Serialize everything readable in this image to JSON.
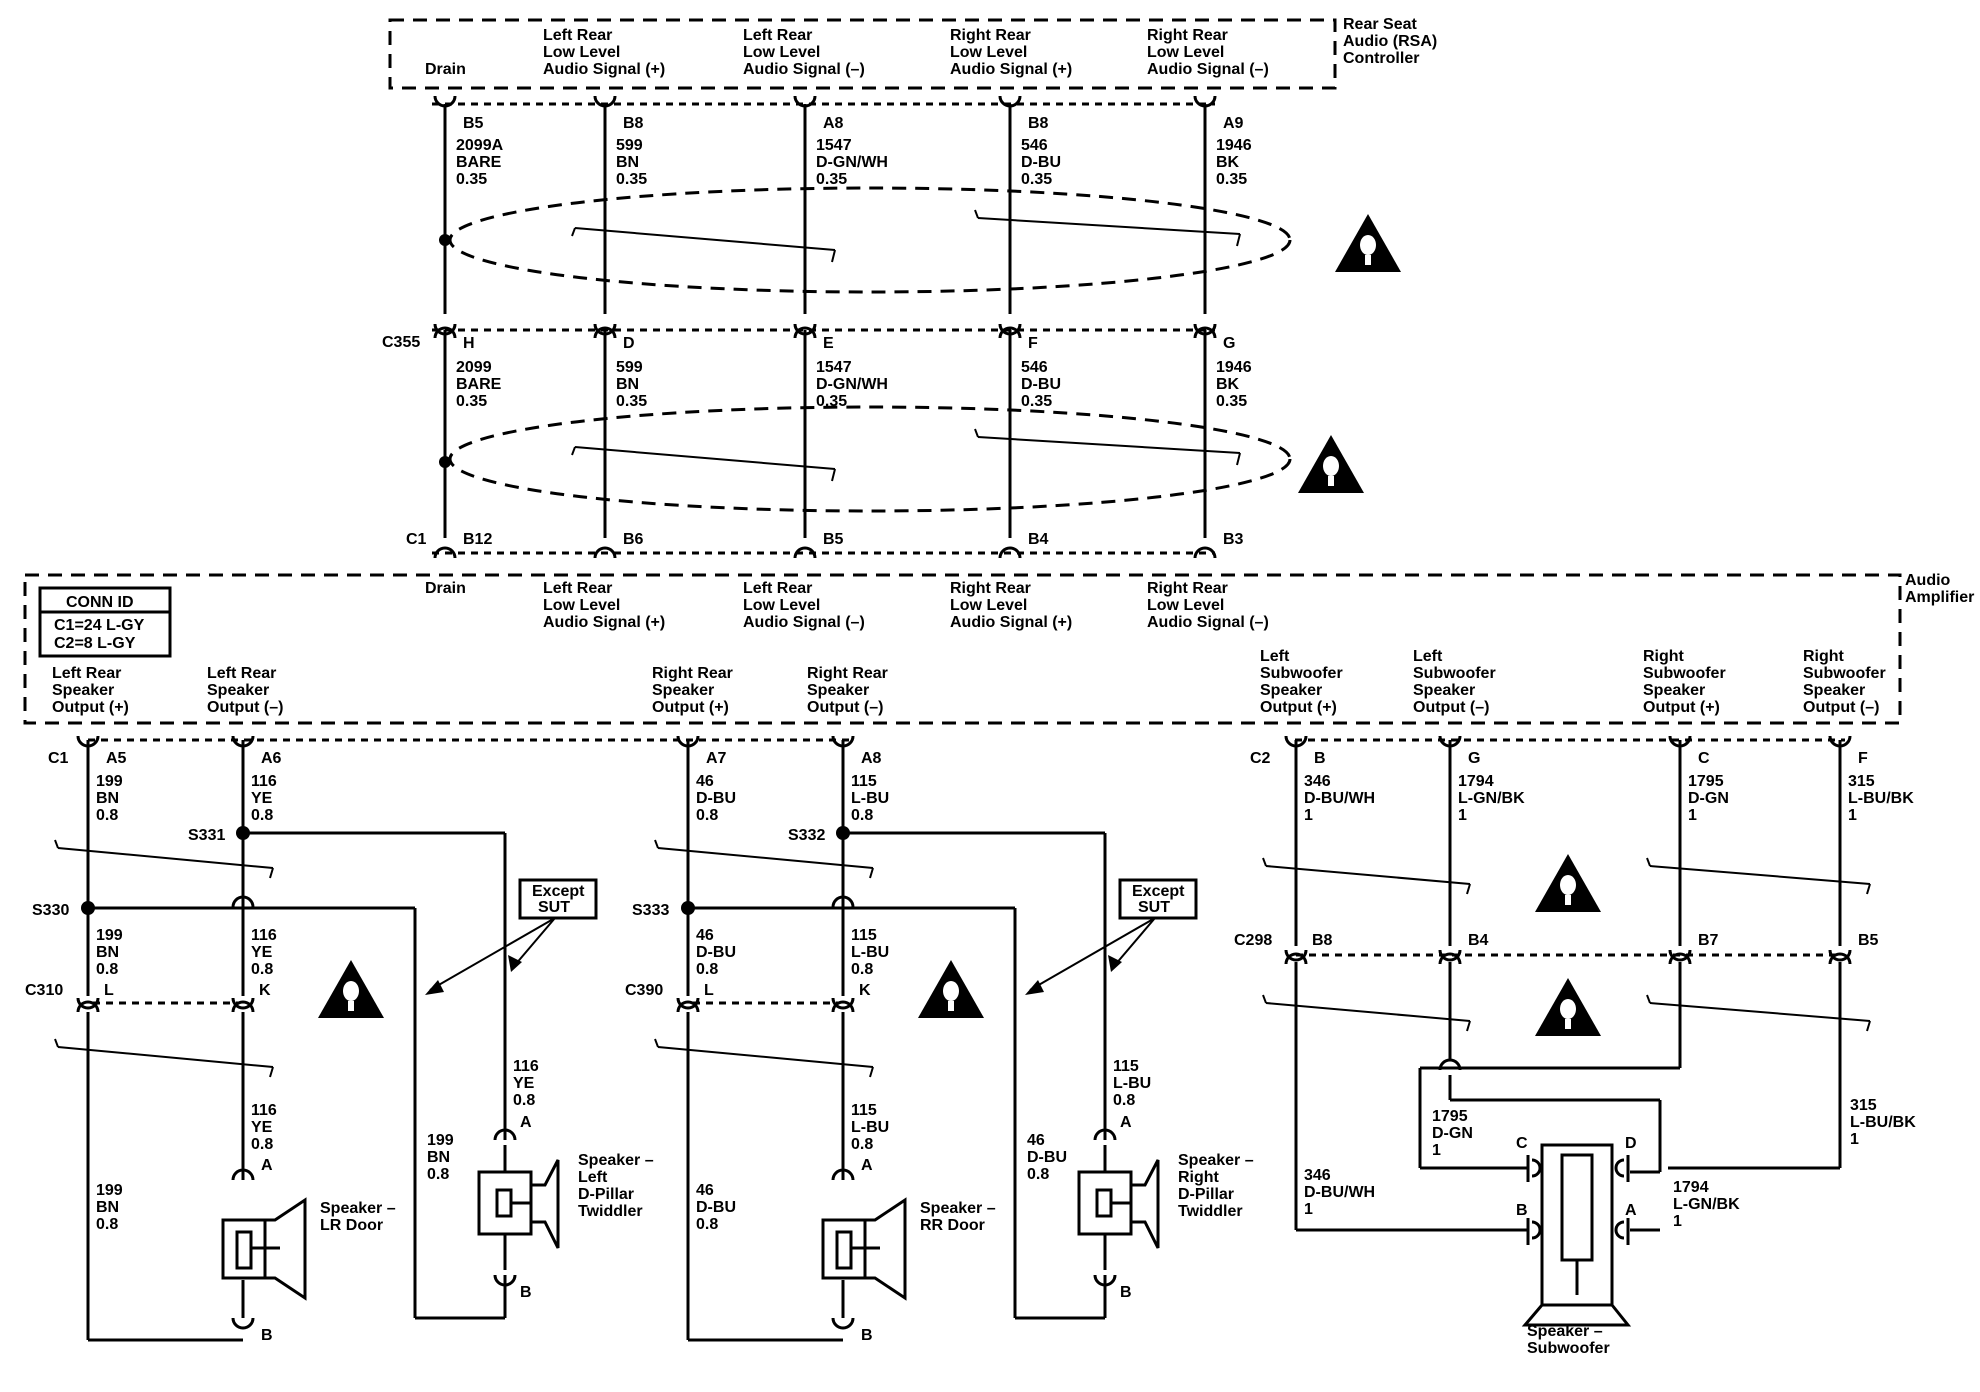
{
  "rsa": {
    "title": [
      "Rear Seat",
      "Audio (RSA)",
      "Controller"
    ],
    "pins": [
      {
        "label": [
          "Drain"
        ],
        "pin": "B5",
        "circuit": [
          "2099A",
          "BARE",
          "0.35"
        ]
      },
      {
        "label": [
          "Left Rear",
          "Low Level",
          "Audio Signal (+)"
        ],
        "pin": "B8",
        "circuit": [
          "599",
          "BN",
          "0.35"
        ]
      },
      {
        "label": [
          "Left Rear",
          "Low Level",
          "Audio Signal (–)"
        ],
        "pin": "A8",
        "circuit": [
          "1547",
          "D-GN/WH",
          "0.35"
        ]
      },
      {
        "label": [
          "Right Rear",
          "Low Level",
          "Audio Signal (+)"
        ],
        "pin": "B8",
        "circuit": [
          "546",
          "D-BU",
          "0.35"
        ]
      },
      {
        "label": [
          "Right Rear",
          "Low Level",
          "Audio Signal (–)"
        ],
        "pin": "A9",
        "circuit": [
          "1946",
          "BK",
          "0.35"
        ]
      }
    ]
  },
  "c355": {
    "name": "C355",
    "pins": [
      "H",
      "D",
      "E",
      "F",
      "G"
    ],
    "circuits": [
      [
        "2099",
        "BARE",
        "0.35"
      ],
      [
        "599",
        "BN",
        "0.35"
      ],
      [
        "1547",
        "D-GN/WH",
        "0.35"
      ],
      [
        "546",
        "D-BU",
        "0.35"
      ],
      [
        "1946",
        "BK",
        "0.35"
      ]
    ]
  },
  "amp": {
    "title": [
      "Audio",
      "Amplifier"
    ],
    "c1_name": "C1",
    "c2_name": "C2",
    "input_pins": [
      "B12",
      "B6",
      "B5",
      "B4",
      "B3"
    ],
    "input_labels": [
      [
        "Drain"
      ],
      [
        "Left Rear",
        "Low Level",
        "Audio Signal (+)"
      ],
      [
        "Left Rear",
        "Low Level",
        "Audio Signal (–)"
      ],
      [
        "Right Rear",
        "Low Level",
        "Audio Signal (+)"
      ],
      [
        "Right Rear",
        "Low Level",
        "Audio Signal (–)"
      ]
    ],
    "conn_id": {
      "title": "CONN ID",
      "lines": [
        "C1=24 L-GY",
        "C2=8 L-GY"
      ]
    },
    "outputs": [
      {
        "label": [
          "Left Rear",
          "Speaker",
          "Output (+)"
        ],
        "pin": "A5",
        "circuit": [
          "199",
          "BN",
          "0.8"
        ]
      },
      {
        "label": [
          "Left Rear",
          "Speaker",
          "Output (–)"
        ],
        "pin": "A6",
        "circuit": [
          "116",
          "YE",
          "0.8"
        ]
      },
      {
        "label": [
          "Right Rear",
          "Speaker",
          "Output (+)"
        ],
        "pin": "A7",
        "circuit": [
          "46",
          "D-BU",
          "0.8"
        ]
      },
      {
        "label": [
          "Right Rear",
          "Speaker",
          "Output (–)"
        ],
        "pin": "A8",
        "circuit": [
          "115",
          "L-BU",
          "0.8"
        ]
      },
      {
        "label": [
          "Left",
          "Subwoofer",
          "Speaker",
          "Output (+)"
        ],
        "pin": "B",
        "circuit": [
          "346",
          "D-BU/WH",
          "1"
        ]
      },
      {
        "label": [
          "Left",
          "Subwoofer",
          "Speaker",
          "Output (–)"
        ],
        "pin": "G",
        "circuit": [
          "1794",
          "L-GN/BK",
          "1"
        ]
      },
      {
        "label": [
          "Right",
          "Subwoofer",
          "Speaker",
          "Output (+)"
        ],
        "pin": "C",
        "circuit": [
          "1795",
          "D-GN",
          "1"
        ]
      },
      {
        "label": [
          "Right",
          "Subwoofer",
          "Speaker",
          "Output (–)"
        ],
        "pin": "F",
        "circuit": [
          "315",
          "L-BU/BK",
          "1"
        ]
      }
    ]
  },
  "left_rear": {
    "s331": "S331",
    "s330": "S330",
    "c310": "C310",
    "c310_pins": [
      "L",
      "K"
    ],
    "after_splice": [
      [
        "199",
        "BN",
        "0.8"
      ],
      [
        "116",
        "YE",
        "0.8"
      ]
    ],
    "below_c310": [
      [
        "116",
        "YE",
        "0.8"
      ],
      [
        "199",
        "BN",
        "0.8"
      ]
    ],
    "tweeter_wires": [
      [
        "116",
        "YE",
        "0.8"
      ],
      [
        "199",
        "BN",
        "0.8"
      ]
    ],
    "door_speaker": [
      "Speaker –",
      "LR Door"
    ],
    "tweeter": [
      "Speaker –",
      "Left",
      "D-Pillar",
      "Twiddler"
    ],
    "pin_a": "A",
    "pin_b": "B",
    "except_box": [
      "Except",
      "SUT"
    ]
  },
  "right_rear": {
    "s332": "S332",
    "s333": "S333",
    "c390": "C390",
    "c390_pins": [
      "L",
      "K"
    ],
    "after_splice": [
      [
        "46",
        "D-BU",
        "0.8"
      ],
      [
        "115",
        "L-BU",
        "0.8"
      ]
    ],
    "below_c390": [
      [
        "115",
        "L-BU",
        "0.8"
      ],
      [
        "46",
        "D-BU",
        "0.8"
      ]
    ],
    "tweeter_wires": [
      [
        "115",
        "L-BU",
        "0.8"
      ],
      [
        "46",
        "D-BU",
        "0.8"
      ]
    ],
    "door_speaker": [
      "Speaker –",
      "RR Door"
    ],
    "tweeter": [
      "Speaker –",
      "Right",
      "D-Pillar",
      "Twiddler"
    ],
    "pin_a": "A",
    "pin_b": "B",
    "except_box": [
      "Except",
      "SUT"
    ]
  },
  "subwoofer": {
    "c298": "C298",
    "c298_pins": [
      "B8",
      "B4",
      "B7",
      "B5"
    ],
    "lower_wires": [
      [
        "1795",
        "D-GN",
        "1"
      ],
      [
        "315",
        "L-BU/BK",
        "1"
      ],
      [
        "346",
        "D-BU/WH",
        "1"
      ],
      [
        "1794",
        "L-GN/BK",
        "1"
      ]
    ],
    "pins": [
      "C",
      "D",
      "B",
      "A"
    ],
    "label": [
      "Speaker –",
      "Subwoofer"
    ]
  },
  "warning_icon": "caution-triangle-icon"
}
